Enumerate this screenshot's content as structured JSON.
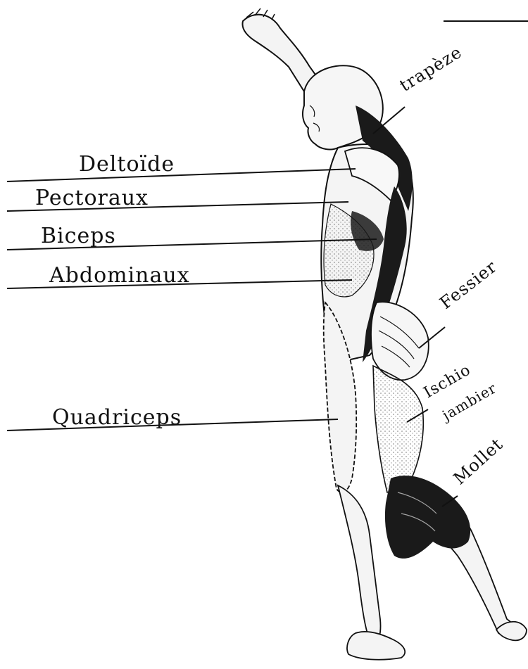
{
  "labels": {
    "deltoide": "Deltoïde",
    "pectoraux": "Pectoraux",
    "biceps": "Biceps",
    "abdominaux": "Abdominaux",
    "quadriceps": "Quadriceps",
    "trapeze": "trapèze",
    "fessier": "Fessier",
    "ischio_line1": "Ischio",
    "ischio_line2": "jambier",
    "mollet": "Mollet"
  },
  "colors": {
    "ink": "#111111",
    "dark_muscle": "#1a1a1a",
    "stipple": "#9a9a9a",
    "background": "#ffffff"
  }
}
